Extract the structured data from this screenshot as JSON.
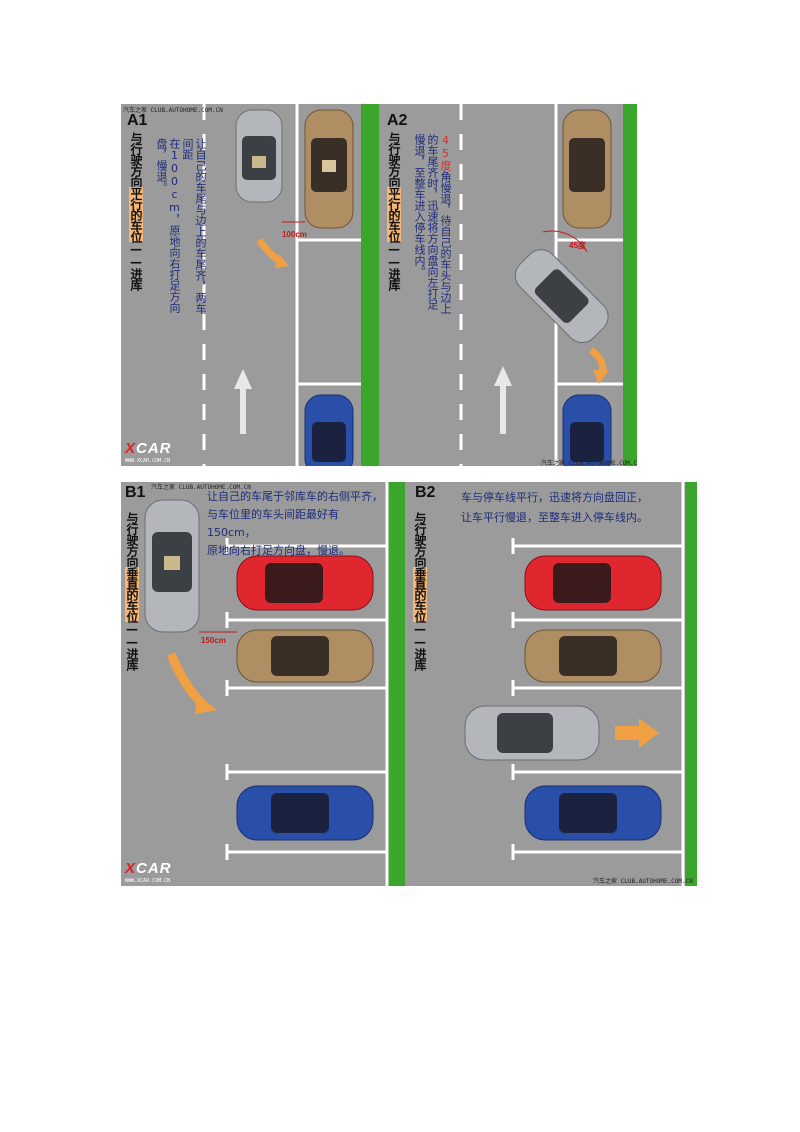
{
  "panels": {
    "a1": {
      "label": "A1",
      "title_pre": "与行驶方向",
      "title_hl": "平行的车位",
      "title_post": "——进库",
      "instruction": [
        "让自己的车尾与边上的车尾齐，两车间距",
        "在100cm，原地向右打足方向盘，慢退。"
      ],
      "distance": "100cm",
      "watermark": "汽车之家 CLUB.AUTOHOME.COM.CN"
    },
    "a2": {
      "label": "A2",
      "title_pre": "与行驶方向",
      "title_hl": "平行的车位",
      "title_post": "——进库",
      "instruction_red": "45度",
      "instruction_rest": [
        "角慢退，待自己的车头与边上",
        "的车尾齐时，迅速将方向盘向左打足",
        "慢退，至整车进入停车线内。"
      ],
      "angle": "45度",
      "watermark": "汽车之家 CLUB.AUTOHOME.COM.CN"
    },
    "b1": {
      "label": "B1",
      "title_pre": "与行驶方向",
      "title_hl": "垂直的车位",
      "title_post": "——进库",
      "instruction": [
        "让自己的车尾于邻库车的右侧平齐，",
        "与车位里的车头间距最好有 150cm，",
        "原地向右打足方向盘，慢退。"
      ],
      "distance": "150cm",
      "watermark": "汽车之家 CLUB.AUTOHOME.COM.CN"
    },
    "b2": {
      "label": "B2",
      "title_pre": "与行驶方向",
      "title_hl": "垂直的车位",
      "title_post": "——进库",
      "instruction": [
        "车与停车线平行，迅速将方向盘回正，",
        "让车平行慢退，至整车进入停车线内。"
      ],
      "watermark": "汽车之家 CLUB.AUTOHOME.COM.CN"
    }
  },
  "logo": {
    "text_x": "X",
    "text_rest": "CAR",
    "sub": "WWW.XCAR.COM.CN"
  },
  "colors": {
    "road": "#9a9a9a",
    "grass": "#3aa62b",
    "arrow": "#f0a043",
    "silver": "#b4b8bc",
    "tan": "#b08e64",
    "blue": "#2a4fa8",
    "red": "#e0262e"
  }
}
